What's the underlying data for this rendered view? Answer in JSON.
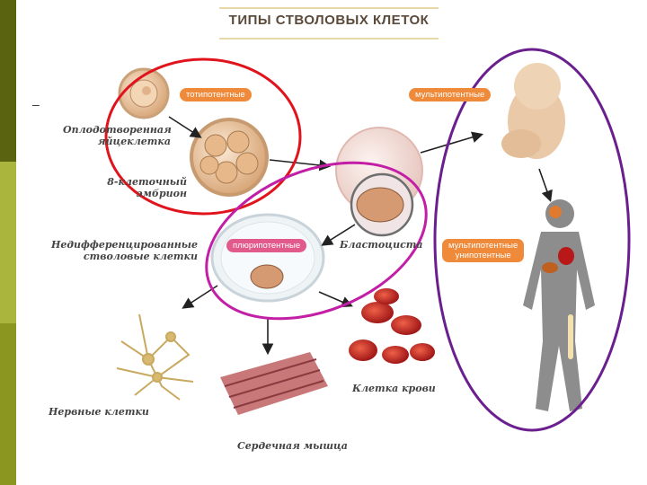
{
  "title": "ТИПЫ СТВОЛОВЫХ КЛЕТОК",
  "bullet": "–",
  "labels": {
    "zygote": "Оплодотворенная\nяйцеклетка",
    "embryo8": "8-клеточный\nэмбрион",
    "undiff": "Недифференцированные\nстволовые клетки",
    "blastocyst": "Бластоциста",
    "nerve": "Нервные клетки",
    "blood": "Клетка крови",
    "heart": "Сердечная мышца"
  },
  "pills": {
    "totipotent": "тотипотентные",
    "multipotent": "мультипотентные",
    "pluripotent": "плюрипотентные",
    "multiunipotent": "мультипотентные\nунипотентные"
  },
  "colors": {
    "red_circle": "#e0141c",
    "magenta_ellipse": "#c21fa6",
    "purple_ellipse": "#6b1f8f",
    "pill_orange": "#ee8a3a",
    "pill_pink": "#e15a8a",
    "leftbar_dark": "#5a6410",
    "leftbar_light": "#a9b53c"
  }
}
